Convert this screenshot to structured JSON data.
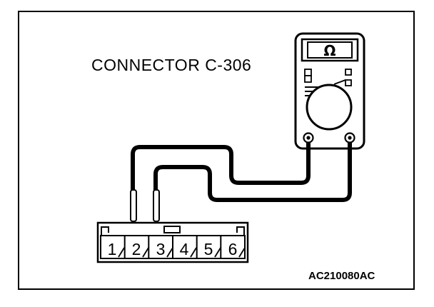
{
  "diagram": {
    "connector_label": "CONNECTOR C-306",
    "figure_code": "AC210080AC",
    "meter_symbol": "Ω",
    "pins": [
      "1",
      "2",
      "3",
      "4",
      "5",
      "6"
    ],
    "probe_pins": [
      "2",
      "3"
    ],
    "instrument_icon": "ohmmeter-icon",
    "colors": {
      "line": "#000000",
      "background": "#ffffff"
    }
  }
}
